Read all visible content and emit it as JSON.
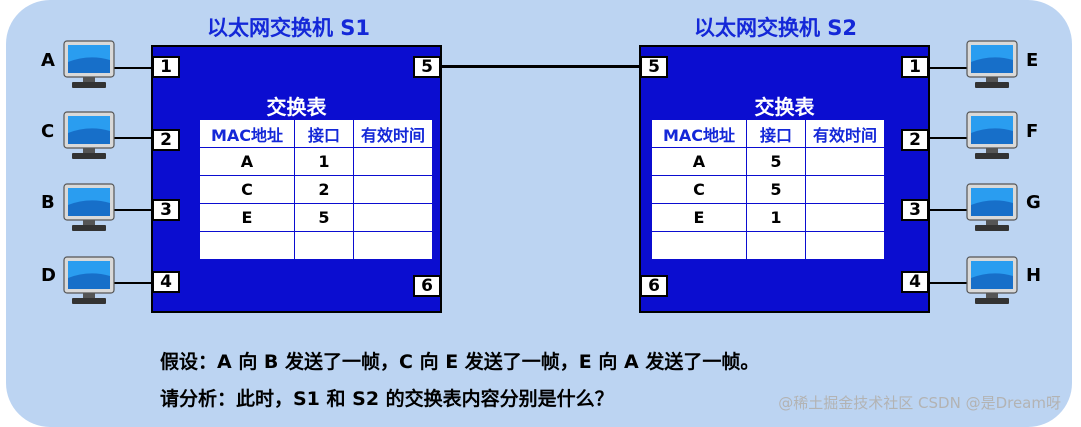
{
  "switches": [
    {
      "title": "以太网交换机 S1",
      "table_title": "交换表",
      "headers": [
        "MAC地址",
        "接口",
        "有效时间"
      ],
      "rows": [
        [
          "A",
          "1",
          ""
        ],
        [
          "C",
          "2",
          ""
        ],
        [
          "E",
          "5",
          ""
        ],
        [
          "",
          "",
          ""
        ]
      ],
      "ports": [
        "1",
        "2",
        "3",
        "4",
        "5",
        "6"
      ]
    },
    {
      "title": "以太网交换机 S2",
      "table_title": "交换表",
      "headers": [
        "MAC地址",
        "接口",
        "有效时间"
      ],
      "rows": [
        [
          "A",
          "5",
          ""
        ],
        [
          "C",
          "5",
          ""
        ],
        [
          "E",
          "1",
          ""
        ],
        [
          "",
          "",
          ""
        ]
      ],
      "ports": [
        "5",
        "1",
        "2",
        "3",
        "4",
        "6"
      ]
    }
  ],
  "hosts_left": [
    "A",
    "C",
    "B",
    "D"
  ],
  "hosts_right": [
    "E",
    "F",
    "G",
    "H"
  ],
  "caption": {
    "line1": "假设：A 向 B 发送了一帧，C 向 E 发送了一帧，E 向 A 发送了一帧。",
    "line2": "请分析：此时，S1 和 S2 的交换表内容分别是什么？"
  },
  "watermark": "@稀土掘金技术社区 CSDN @是Dream呀",
  "colors": {
    "background": "#bcd4f2",
    "switch": "#0b0dd0",
    "title": "#1428d8"
  }
}
